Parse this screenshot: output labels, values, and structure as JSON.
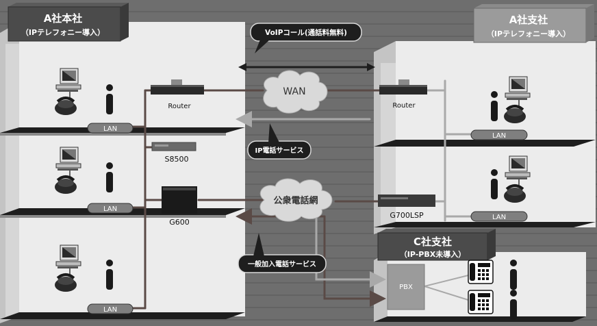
{
  "buildings": {
    "hq": {
      "name": "A社本社",
      "sub": "（IPテレフォニー導入）"
    },
    "branch_a": {
      "name": "A社支社",
      "sub": "（IPテレフォニー導入）"
    },
    "branch_c": {
      "name": "C社支社",
      "sub": "（IP-PBX未導入）"
    }
  },
  "callouts": {
    "voip": "VoIPコール(通話料無料)",
    "ip_service": "IP電話サービス",
    "general_service": "一般加入電話サービス"
  },
  "clouds": {
    "wan": "WAN",
    "pstn": "公衆電話網"
  },
  "devices": {
    "router_hq": "Router",
    "router_branch": "Router",
    "s8500": "S8500",
    "g600": "G600",
    "g700lsp": "G700LSP",
    "pbx": "PBX"
  },
  "lan_labels": [
    "LAN",
    "LAN",
    "LAN",
    "LAN",
    "LAN"
  ],
  "colors": {
    "background": "#6e6e6e",
    "building_front": "#ececec",
    "building_side": "#c4c4c4",
    "floor": "#1e1e1e",
    "cloud": "#d9d9d9",
    "line_dark": "#5a4a46",
    "line_light": "#a9a9a9",
    "lan_pill": "#7f7f7f"
  }
}
